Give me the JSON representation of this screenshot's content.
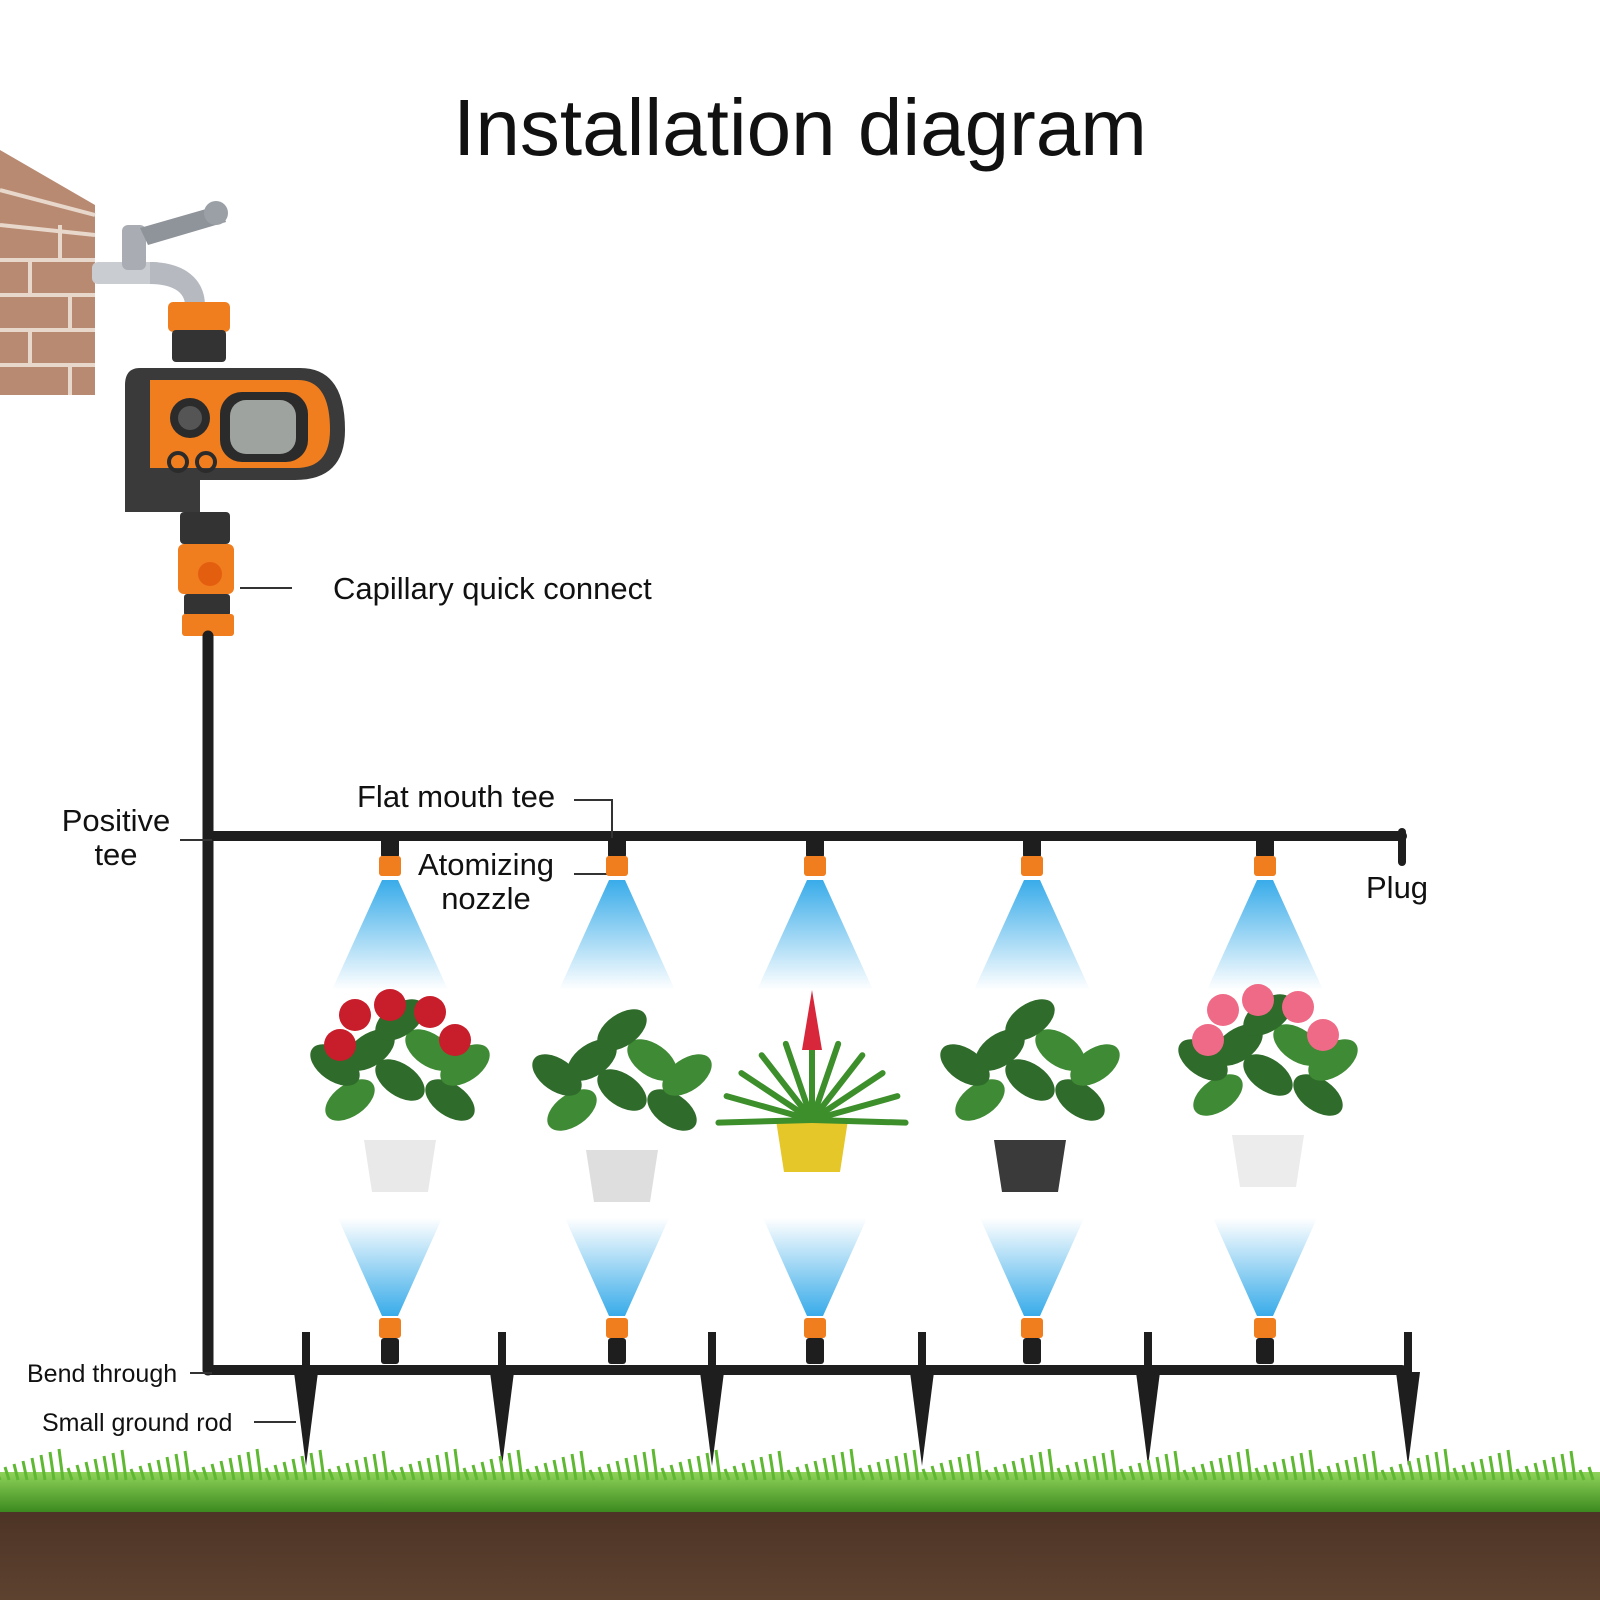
{
  "title": "Installation diagram",
  "labels": {
    "capillary_quick_connect": "Capillary quick connect",
    "positive_tee": [
      "Positive",
      "tee"
    ],
    "flat_mouth_tee": "Flat mouth tee",
    "atomizing_nozzle": [
      "Atomizing",
      "nozzle"
    ],
    "plug": "Plug",
    "bend_through": "Bend through",
    "small_ground_rod": "Small ground rod"
  },
  "colors": {
    "pipe": "#1e1e1e",
    "accent_orange": "#f07d1e",
    "timer_body": "#3a3a3a",
    "mist": "#2ea7e8",
    "grass": "#4fa82a",
    "soil": "#5a3d2b",
    "brick": "#9c6b55"
  },
  "icons": {
    "timer": "water-timer-icon",
    "faucet": "faucet-icon",
    "wall": "brick-wall-icon",
    "nozzle": "mist-nozzle-icon",
    "stake": "ground-stake-icon",
    "plant": "potted-plant-icon"
  }
}
